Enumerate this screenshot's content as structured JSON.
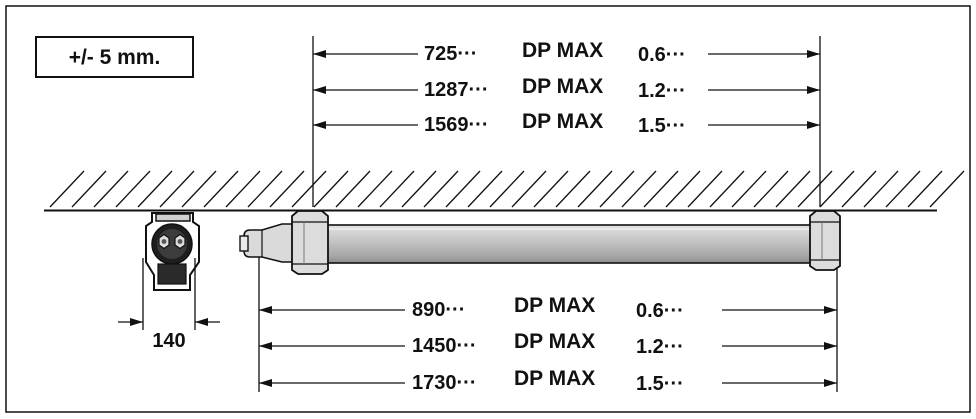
{
  "tolerance_label": "+/- 5 mm.",
  "top_dimensions": [
    {
      "length": "725···",
      "model": "DP MAX",
      "size": "0.6···"
    },
    {
      "length": "1287···",
      "model": "DP MAX",
      "size": "1.2···"
    },
    {
      "length": "1569···",
      "model": "DP MAX",
      "size": "1.5···"
    }
  ],
  "bottom_dimensions": [
    {
      "length": "890···",
      "model": "DP MAX",
      "size": "0.6···"
    },
    {
      "length": "1450···",
      "model": "DP MAX",
      "size": "1.2···"
    },
    {
      "length": "1730···",
      "model": "DP MAX",
      "size": "1.5···"
    }
  ],
  "end_view_width": "140",
  "colors": {
    "ink": "#111111",
    "fixture_body": "#c6c6c6",
    "fixture_shadow": "#9a9a9a",
    "bracket": "#d8d8d8",
    "background": "#ffffff"
  }
}
